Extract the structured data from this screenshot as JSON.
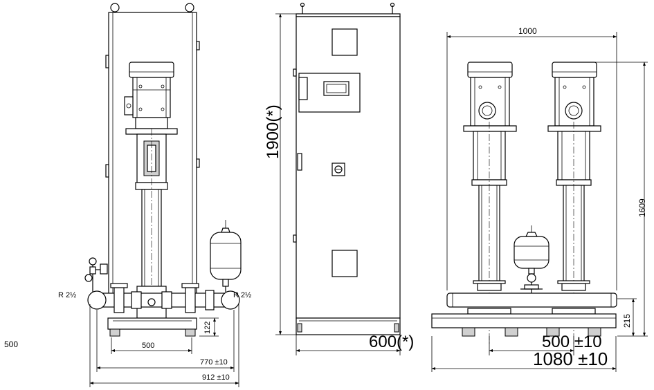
{
  "labels": {
    "stray_500": "500",
    "left_conn_left": "R 2½",
    "left_conn_right": "R 2½",
    "left_dim_500": "500",
    "left_dim_122": "122",
    "left_dim_770": "770 ±10",
    "left_dim_912": "912 ±10",
    "mid_height": "1900(*)",
    "mid_width": "600(*)",
    "right_top_1000": "1000",
    "right_height_1609": "1609",
    "right_dim_215": "215",
    "right_dim_500": "500 ±10",
    "right_dim_1080": "1080 ±10"
  }
}
